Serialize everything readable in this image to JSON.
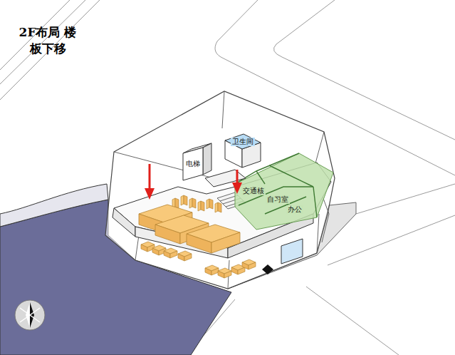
{
  "diagram": {
    "title": "2F布局 楼板下移",
    "nodes": [
      {
        "text": [
          "电梯"
        ]
      },
      {
        "text": [
          "卫生间"
        ]
      },
      {
        "text": [
          "交通核"
        ]
      },
      {
        "text": [
          "自习室"
        ]
      },
      {
        "text": [
          "办公"
        ]
      }
    ]
  }
}
